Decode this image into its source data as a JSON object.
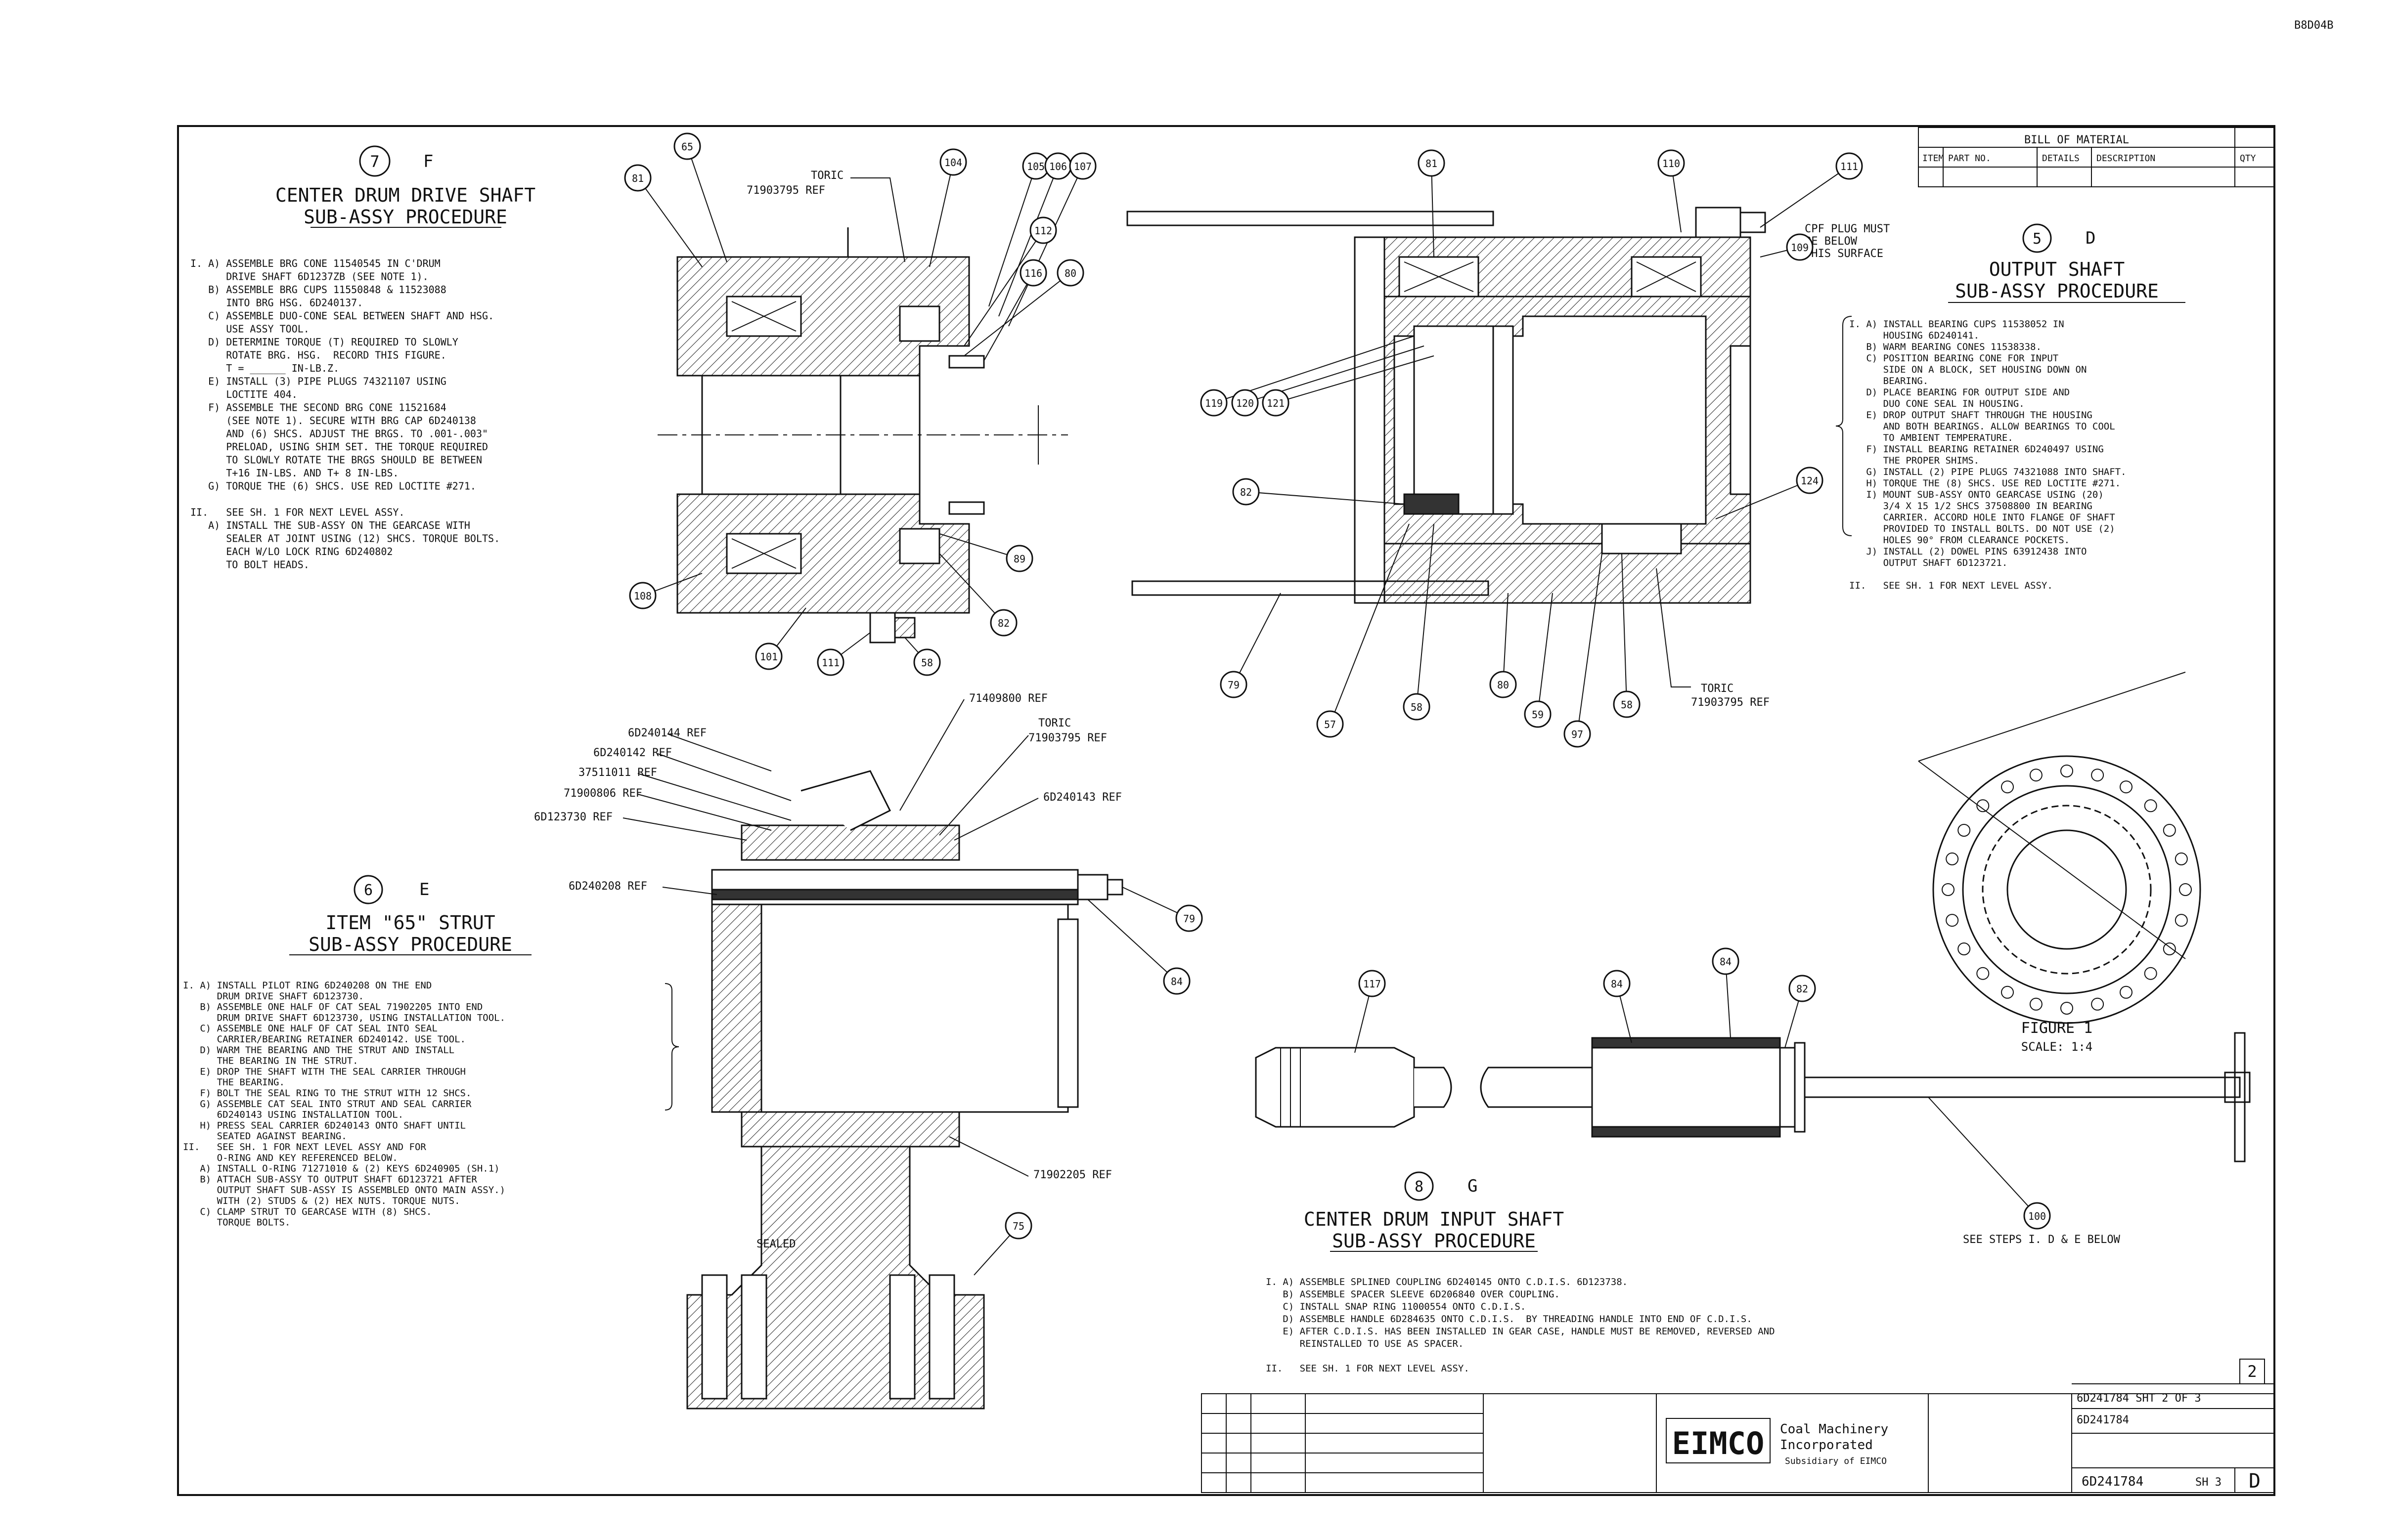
{
  "doc_code": "B8D04B",
  "sections": {
    "f": {
      "num": "7",
      "letter": "F",
      "title1": "CENTER DRUM DRIVE SHAFT",
      "title2": "SUB-ASSY PROCEDURE",
      "steps": [
        "I. A) ASSEMBLE BRG CONE 11540545 IN C'DRUM",
        "      DRIVE SHAFT 6D1237ZB (SEE NOTE 1).",
        "   B) ASSEMBLE BRG CUPS 11550848 & 11523088",
        "      INTO BRG HSG. 6D240137.",
        "   C) ASSEMBLE DUO-CONE SEAL BETWEEN SHAFT AND HSG.",
        "      USE ASSY TOOL.",
        "   D) DETERMINE TORQUE (T) REQUIRED TO SLOWLY",
        "      ROTATE BRG. HSG.  RECORD THIS FIGURE.",
        "      T = ______ IN-LB.Z.",
        "   E) INSTALL (3) PIPE PLUGS 74321107 USING",
        "      LOCTITE 404.",
        "   F) ASSEMBLE THE SECOND BRG CONE 11521684",
        "      (SEE NOTE 1). SECURE WITH BRG CAP 6D240138",
        "      AND (6) SHCS. ADJUST THE BRGS. TO .001-.003\"",
        "      PRELOAD, USING SHIM SET. THE TORQUE REQUIRED",
        "      TO SLOWLY ROTATE THE BRGS SHOULD BE BETWEEN",
        "      T+16 IN-LBS. AND T+ 8 IN-LBS.",
        "   G) TORQUE THE (6) SHCS. USE RED LOCTITE #271.",
        "",
        "II.   SEE SH. 1 FOR NEXT LEVEL ASSY.",
        "   A) INSTALL THE SUB-ASSY ON THE GEARCASE WITH",
        "      SEALER AT JOINT USING (12) SHCS. TORQUE BOLTS.",
        "      EACH W/LO LOCK RING 6D240802",
        "      TO BOLT HEADS."
      ]
    },
    "d": {
      "num": "5",
      "letter": "D",
      "title1": "OUTPUT SHAFT",
      "title2": "SUB-ASSY PROCEDURE",
      "steps": [
        "I. A) INSTALL BEARING CUPS 11538052 IN",
        "      HOUSING 6D240141.",
        "   B) WARM BEARING CONES 11538338.",
        "   C) POSITION BEARING CONE FOR INPUT",
        "      SIDE ON A BLOCK, SET HOUSING DOWN ON",
        "      BEARING.",
        "   D) PLACE BEARING FOR OUTPUT SIDE AND",
        "      DUO CONE SEAL IN HOUSING.",
        "   E) DROP OUTPUT SHAFT THROUGH THE HOUSING",
        "      AND BOTH BEARINGS. ALLOW BEARINGS TO COOL",
        "      TO AMBIENT TEMPERATURE.",
        "   F) INSTALL BEARING RETAINER 6D240497 USING",
        "      THE PROPER SHIMS.",
        "   G) INSTALL (2) PIPE PLUGS 74321088 INTO SHAFT.",
        "   H) TORQUE THE (8) SHCS. USE RED LOCTITE #271.",
        "   I) MOUNT SUB-ASSY ONTO GEARCASE USING (20)",
        "      3/4 X 15 1/2 SHCS 37508800 IN BEARING",
        "      CARRIER. ACCORD HOLE INTO FLANGE OF SHAFT",
        "      PROVIDED TO INSTALL BOLTS. DO NOT USE (2)",
        "      HOLES 90° FROM CLEARANCE POCKETS.",
        "   J) INSTALL (2) DOWEL PINS 63912438 INTO",
        "      OUTPUT SHAFT 6D123721.",
        "",
        "II.   SEE SH. 1 FOR NEXT LEVEL ASSY."
      ]
    },
    "e": {
      "num": "6",
      "letter": "E",
      "title1": "ITEM \"65\" STRUT",
      "title2": "SUB-ASSY PROCEDURE",
      "steps": [
        "I. A) INSTALL PILOT RING 6D240208 ON THE END",
        "      DRUM DRIVE SHAFT 6D123730.",
        "   B) ASSEMBLE ONE HALF OF CAT SEAL 71902205 INTO END",
        "      DRUM DRIVE SHAFT 6D123730, USING INSTALLATION TOOL.",
        "   C) ASSEMBLE ONE HALF OF CAT SEAL INTO SEAL",
        "      CARRIER/BEARING RETAINER 6D240142. USE TOOL.",
        "   D) WARM THE BEARING AND THE STRUT AND INSTALL",
        "      THE BEARING IN THE STRUT.",
        "   E) DROP THE SHAFT WITH THE SEAL CARRIER THROUGH",
        "      THE BEARING.",
        "   F) BOLT THE SEAL RING TO THE STRUT WITH 12 SHCS.",
        "   G) ASSEMBLE CAT SEAL INTO STRUT AND SEAL CARRIER",
        "      6D240143 USING INSTALLATION TOOL.",
        "   H) PRESS SEAL CARRIER 6D240143 ONTO SHAFT UNTIL",
        "      SEATED AGAINST BEARING.",
        "II.   SEE SH. 1 FOR NEXT LEVEL ASSY AND FOR",
        "      O-RING AND KEY REFERENCED BELOW.",
        "   A) INSTALL O-RING 71271010 & (2) KEYS 6D240905 (SH.1)",
        "   B) ATTACH SUB-ASSY TO OUTPUT SHAFT 6D123721 AFTER",
        "      OUTPUT SHAFT SUB-ASSY IS ASSEMBLED ONTO MAIN ASSY.)",
        "      WITH (2) STUDS & (2) HEX NUTS. TORQUE NUTS.",
        "   C) CLAMP STRUT TO GEARCASE WITH (8) SHCS.",
        "      TORQUE BOLTS."
      ]
    },
    "g": {
      "num": "8",
      "letter": "G",
      "title1": "CENTER DRUM INPUT SHAFT",
      "title2": "SUB-ASSY PROCEDURE",
      "steps": [
        "I. A) ASSEMBLE SPLINED COUPLING 6D240145 ONTO C.D.I.S. 6D123738.",
        "   B) ASSEMBLE SPACER SLEEVE 6D206840 OVER COUPLING.",
        "   C) INSTALL SNAP RING 11000554 ONTO C.D.I.S.",
        "   D) ASSEMBLE HANDLE 6D284635 ONTO C.D.I.S.  BY THREADING HANDLE INTO END OF C.D.I.S.",
        "   E) AFTER C.D.I.S. HAS BEEN INSTALLED IN GEAR CASE, HANDLE MUST BE REMOVED, REVERSED AND",
        "      REINSTALLED TO USE AS SPACER.",
        "",
        "II.   SEE SH. 1 FOR NEXT LEVEL ASSY."
      ]
    }
  },
  "labels": {
    "toric_top": "TORIC",
    "toric_top_pn": "71903795 REF",
    "cplug_note": [
      "CPF PLUG MUST",
      "BE BELOW",
      "THIS SURFACE"
    ],
    "toric_bottom": "TORIC",
    "toric_bottom_pn": "71903795 REF",
    "e_refs": [
      "6D240144 REF",
      "6D240142 REF",
      "37511011 REF",
      "71900806 REF",
      "6D123730 REF",
      "6D240208 REF"
    ],
    "e_right_refs": [
      "71409800 REF",
      "TORIC",
      "71903795 REF",
      "6D240143 REF"
    ],
    "e_bottom_ref": "71902205 REF",
    "sealed": "SEALED",
    "figure": "FIGURE 1",
    "scale": "SCALE: 1:4",
    "see_steps": "SEE STEPS I. D & E BELOW"
  },
  "balloons": {
    "f": [
      "65",
      "81",
      "104",
      "105",
      "106",
      "107",
      "112",
      "80",
      "116",
      "108",
      "101",
      "111",
      "58",
      "89",
      "82"
    ],
    "d": [
      "81",
      "110",
      "111",
      "109",
      "119",
      "120",
      "121",
      "82",
      "124",
      "79",
      "57",
      "58",
      "80",
      "59",
      "97",
      "58"
    ],
    "e": [
      "79",
      "84",
      "75"
    ],
    "g": [
      "117",
      "84",
      "84",
      "82",
      "100"
    ]
  },
  "bom": {
    "title": "BILL OF MATERIAL",
    "headers": [
      "ITEM",
      "PART NO.",
      "DETAILS",
      "DESCRIPTION",
      "QTY"
    ]
  },
  "title_block": {
    "company": "EIMCO",
    "company_line1": "Coal Machinery",
    "company_line2": "Incorporated",
    "company_line3": "Subsidiary of EIMCO",
    "dwg_no": "6D241784",
    "dwg_no_full": "6D241784 SHT 2 OF 3",
    "sheet": "2",
    "rev": "D",
    "sheet_label": "SH 3"
  }
}
